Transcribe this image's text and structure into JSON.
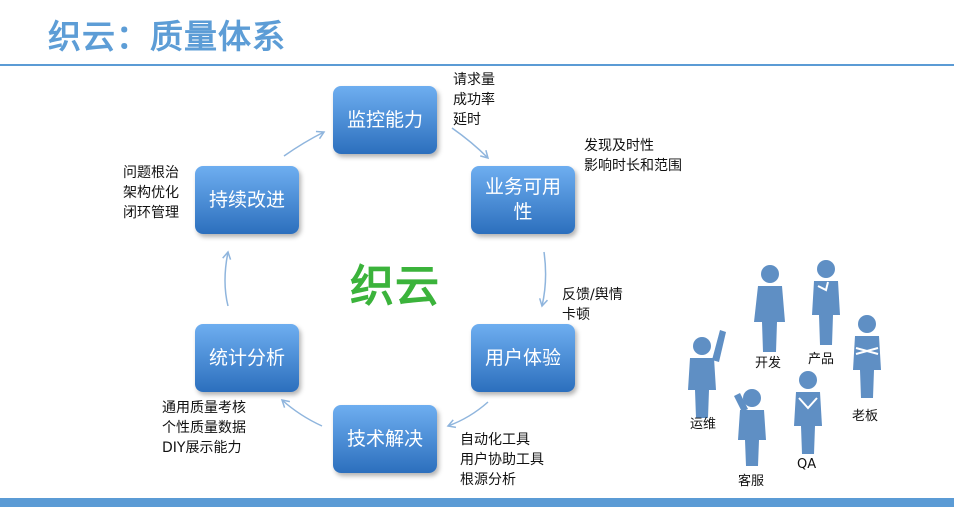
{
  "title": "织云：质量体系",
  "center_label": "织云",
  "nodes": {
    "monitor": "监控能力",
    "availability": "业务可用性",
    "experience": "用户体验",
    "solution": "技术解决",
    "analysis": "统计分析",
    "improve": "持续改进"
  },
  "notes": {
    "monitor": "请求量\n成功率\n延时",
    "availability": "发现及时性\n影响时长和范围",
    "experience": "反馈/舆情\n卡顿",
    "solution": "自动化工具\n用户协助工具\n根源分析",
    "analysis": "通用质量考核\n个性质量数据\nDIY展示能力",
    "improve": "问题根治\n架构优化\n闭环管理"
  },
  "roles": {
    "dev": "开发",
    "product": "产品",
    "boss": "老板",
    "ops": "运维",
    "cs": "客服",
    "qa": "QA"
  },
  "colors": {
    "title": "#5d9dd6",
    "box_top": "#6eaef0",
    "box_bottom": "#2c6fbd",
    "center": "#3bb33b",
    "arrow": "#8fb5dd",
    "person": "#5f8fc4"
  }
}
